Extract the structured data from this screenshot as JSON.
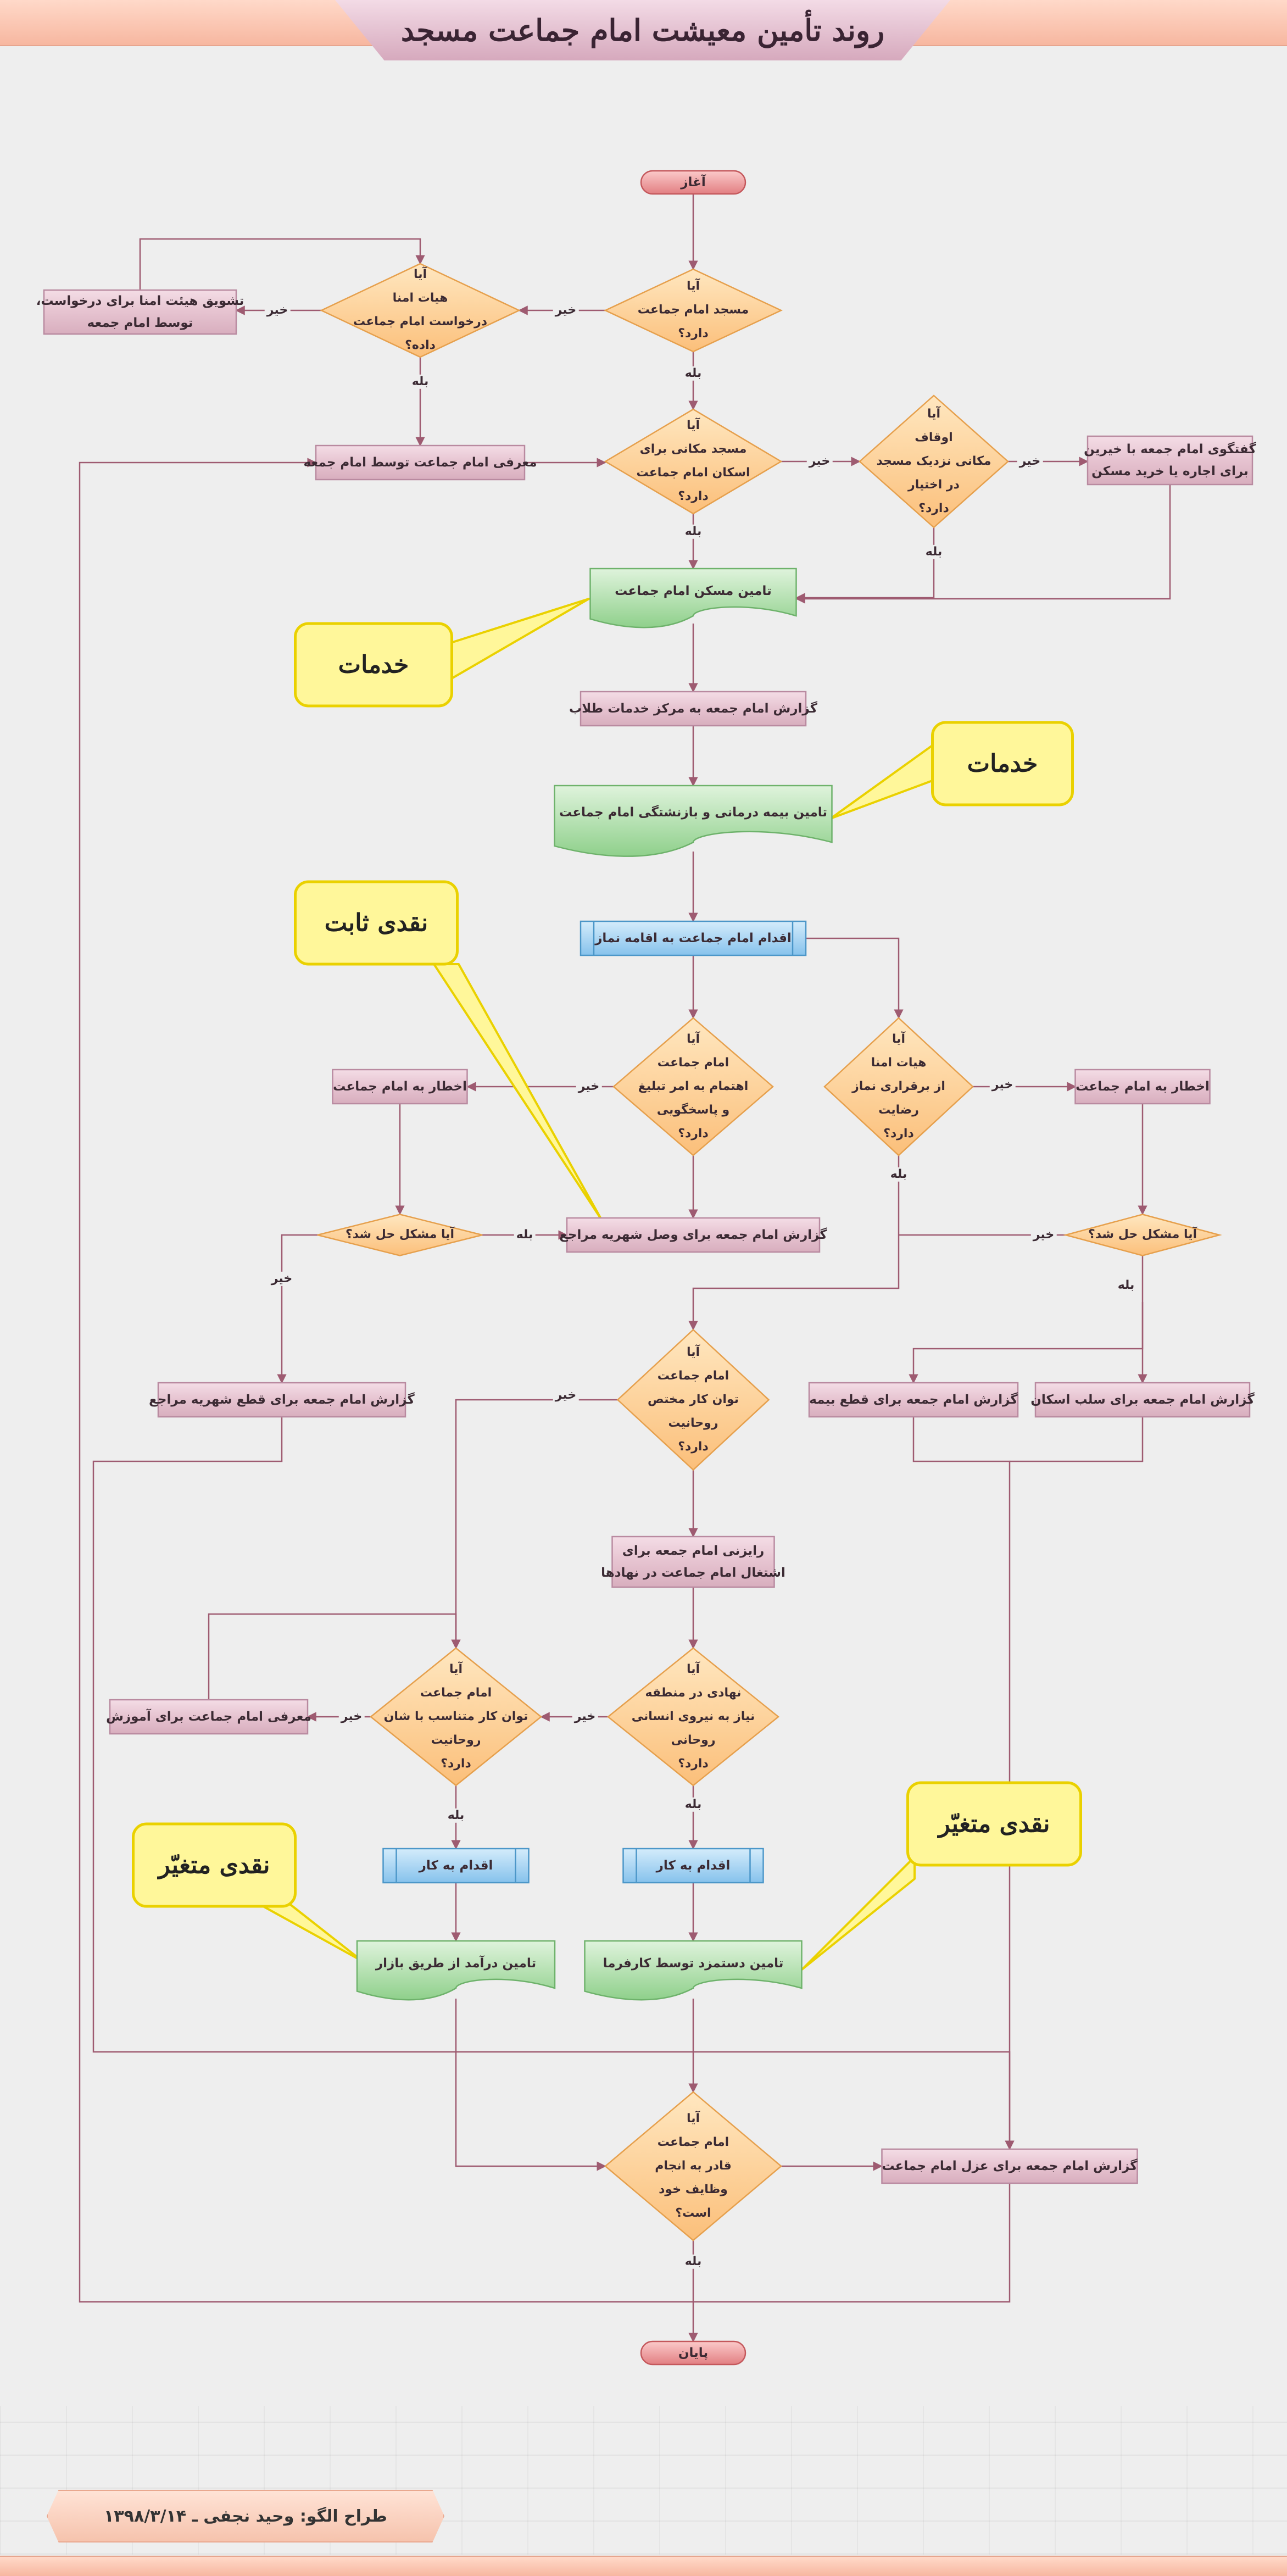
{
  "title": "روند تأمین معیشت امام جماعت مسجد",
  "credit": "طراح الگو: وحید نجفی ـ ۱۳۹۸/۳/۱۴",
  "colors": {
    "process_fill": "#e6c3d0",
    "process_stroke": "#b98aa0",
    "decision_fill": "#fccf94",
    "decision_stroke": "#e6a04d",
    "document_fill": "#b8e2b6",
    "document_stroke": "#6eb26b",
    "subprocess_fill": "#a9d6f5",
    "subprocess_stroke": "#4b96c8",
    "terminal_fill": "#f2a3a3",
    "terminal_stroke": "#c4585c",
    "callout_fill": "#fff79a",
    "callout_stroke": "#ead100",
    "line": "#9e5b71"
  },
  "nodes": {
    "start": {
      "lines": [
        "آغاز"
      ]
    },
    "end": {
      "lines": [
        "پایان"
      ]
    },
    "d_masjed_imam": {
      "lines": [
        "آیا",
        "مسجد امام جماعت",
        "دارد؟"
      ]
    },
    "d_hayat_request": {
      "lines": [
        "آیا",
        "هیات امنا",
        "درخواست امام جماعت",
        "داده؟"
      ]
    },
    "p_encourage": {
      "lines": [
        "تشویق هیئت امنا برای درخواست،",
        "توسط امام جمعه"
      ]
    },
    "d_space": {
      "lines": [
        "آیا",
        "مسجد مکانی برای",
        "اسکان امام جماعت",
        "دارد؟"
      ]
    },
    "p_introduce": {
      "lines": [
        "معرفی امام جماعت توسط امام جمعه"
      ]
    },
    "d_awqaf": {
      "lines": [
        "آیا",
        "اوقاف",
        "مکانی نزدیک مسجد",
        "در اختیار",
        "دارد؟"
      ]
    },
    "p_talk_donors": {
      "lines": [
        "گفتگوی امام جمعه با خیرین",
        "برای اجاره یا خرید مسکن"
      ]
    },
    "doc_housing": {
      "lines": [
        "تامین مسکن امام جماعت"
      ]
    },
    "p_report_talab": {
      "lines": [
        "گزارش امام جمعه به مرکز خدمات طلاب"
      ]
    },
    "doc_insurance": {
      "lines": [
        "تامین بیمه درمانی و بازنشتگی امام جماعت"
      ]
    },
    "sp_prayer": {
      "lines": [
        "اقدام امام جماعت به اقامه نماز"
      ]
    },
    "d_tabligh": {
      "lines": [
        "آیا",
        "امام جماعت",
        "اهتمام به امر تبلیغ",
        "و پاسخگویی",
        "دارد؟"
      ]
    },
    "d_hayat_satisfy": {
      "lines": [
        "آیا",
        "هیات امنا",
        "از برقراری نماز",
        "رضایت",
        "دارد؟"
      ]
    },
    "p_warn_left": {
      "lines": [
        "اخطار به امام جماعت"
      ]
    },
    "p_warn_right": {
      "lines": [
        "اخطار به امام جماعت"
      ]
    },
    "d_solved_left": {
      "lines": [
        "آیا مشکل حل شد؟"
      ]
    },
    "d_solved_right": {
      "lines": [
        "آیا مشکل حل شد؟"
      ]
    },
    "p_report_connect": {
      "lines": [
        "گزارش امام جمعه برای وصل شهریه مراجع"
      ]
    },
    "p_report_cut_shahriye": {
      "lines": [
        "گزارش امام جمعه برای قطع شهریه مراجع"
      ]
    },
    "p_report_cut_insurance": {
      "lines": [
        "گزارش امام جمعه برای قطع بیمه"
      ]
    },
    "p_report_housing": {
      "lines": [
        "گزارش امام جمعه برای سلب اسکان"
      ]
    },
    "d_skill": {
      "lines": [
        "آیا",
        "امام جماعت",
        "توان کار مختص",
        "روحانیت",
        "دارد؟"
      ]
    },
    "p_guide": {
      "lines": [
        "رایزنی امام جمعه برای",
        "اشتغال امام جماعت در نهادها"
      ]
    },
    "d_institution": {
      "lines": [
        "آیا",
        "نهادی در منطقه",
        "نیاز به نیروی انسانی",
        "روحانی",
        "دارد؟"
      ]
    },
    "d_work_fit": {
      "lines": [
        "آیا",
        "امام جماعت",
        "توان کار متناسب با شان",
        "روحانیت",
        "دارد؟"
      ]
    },
    "p_education": {
      "lines": [
        "معرفی امام جماعت برای آموزش"
      ]
    },
    "sp_work_left": {
      "lines": [
        "اقدام به کار"
      ]
    },
    "sp_work_mid": {
      "lines": [
        "اقدام به کار"
      ]
    },
    "doc_market": {
      "lines": [
        "تامین درآمد از طریق بازار"
      ]
    },
    "doc_employer": {
      "lines": [
        "تامین دستمزد توسط کارفرما"
      ]
    },
    "d_duties": {
      "lines": [
        "آیا",
        "امام جماعت",
        "قادر به انجام",
        "وظایف خود",
        "است؟"
      ]
    },
    "p_dismiss": {
      "lines": [
        "گزارش امام جمعه برای عزل امام جماعت"
      ]
    },
    "c_services1": {
      "lines": [
        "خدمات"
      ]
    },
    "c_services2": {
      "lines": [
        "خدمات"
      ]
    },
    "c_cash_fixed": {
      "lines": [
        "نقدی ثابت"
      ]
    },
    "c_cash_var_left": {
      "lines": [
        "نقدی متغیّر"
      ]
    },
    "c_cash_var_right": {
      "lines": [
        "نقدی متغیّر"
      ]
    }
  },
  "edge_labels": {
    "e1": "خیر",
    "e2": "بله",
    "e3": "خیر",
    "e4": "بله",
    "e5": "خیر",
    "e6": "بله",
    "e7": "بله",
    "e8": "خیر",
    "e9": "خیر",
    "e10": "بله",
    "e11": "بله",
    "e12": "خیر",
    "e13": "خیر",
    "e14": "خیر",
    "e15": "بله",
    "e16": "خیر",
    "e17": "خیر",
    "e18": "بله",
    "e19": "بله",
    "e20": "خیر",
    "e21": "بله"
  }
}
